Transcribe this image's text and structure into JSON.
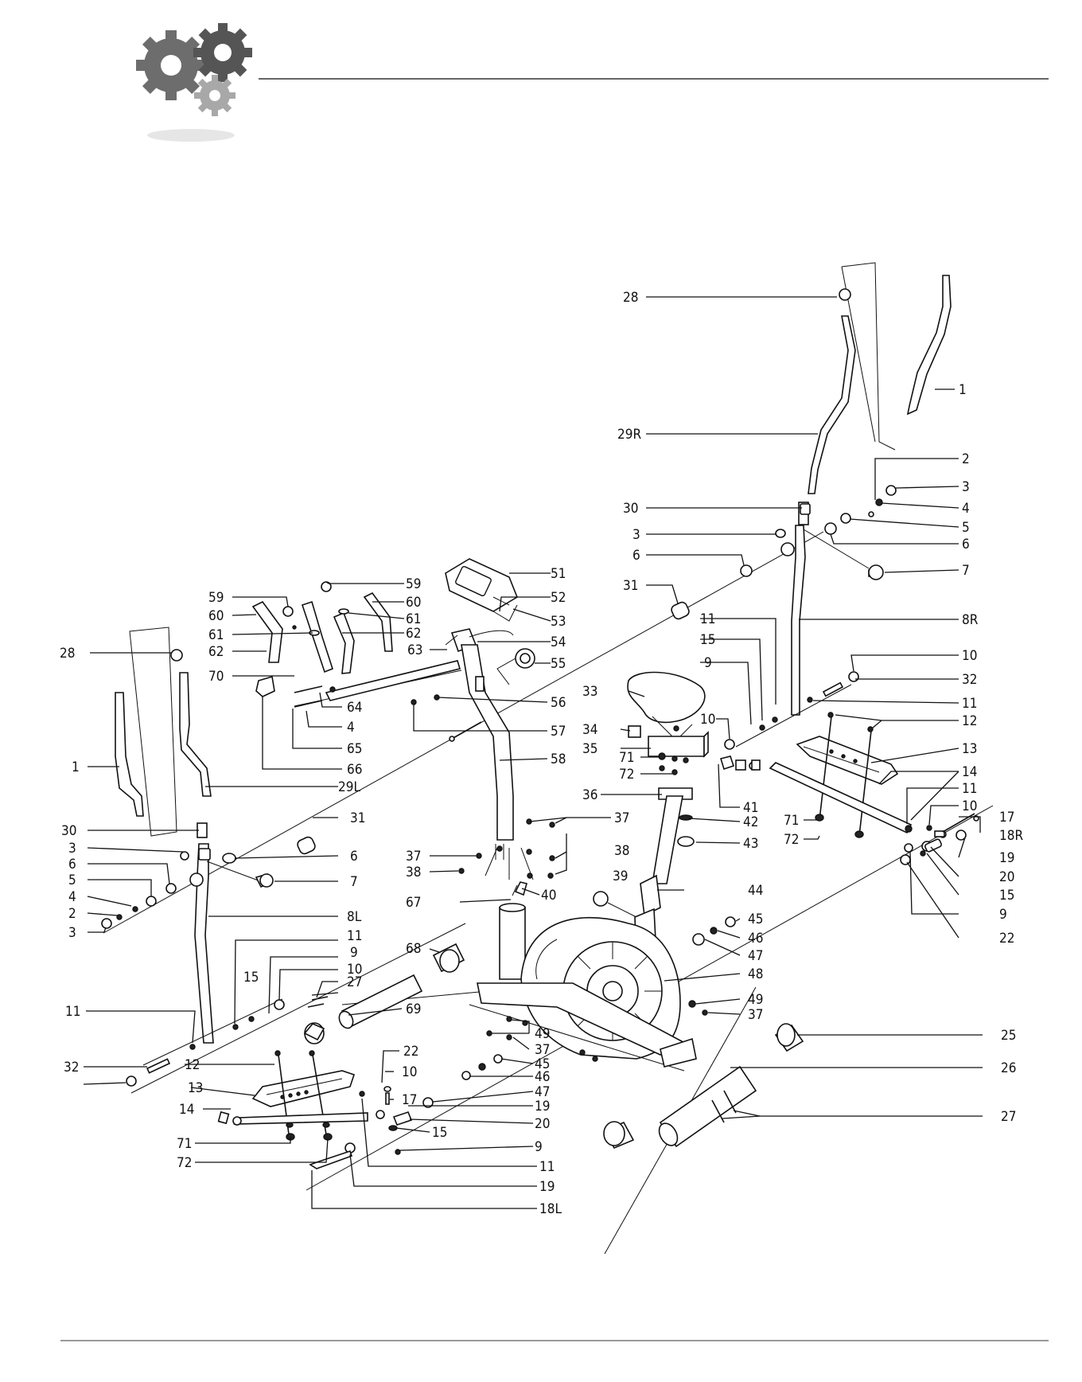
{
  "header": {
    "logo_icon": "gears-icon"
  },
  "colors": {
    "ink": "#111111",
    "gear_dark": "#6d6d6d",
    "gear_light": "#a8a8a8",
    "rule": "#333333"
  },
  "callouts": [
    {
      "id": "c-28-r",
      "label": "28"
    },
    {
      "id": "c-29r",
      "label": "29R"
    },
    {
      "id": "c-1-r",
      "label": "1"
    },
    {
      "id": "c-2-r",
      "label": "2"
    },
    {
      "id": "c-3-r1",
      "label": "3"
    },
    {
      "id": "c-4-r",
      "label": "4"
    },
    {
      "id": "c-5-r",
      "label": "5"
    },
    {
      "id": "c-6-r1",
      "label": "6"
    },
    {
      "id": "c-7-r",
      "label": "7"
    },
    {
      "id": "c-30-r",
      "label": "30"
    },
    {
      "id": "c-3-r2",
      "label": "3"
    },
    {
      "id": "c-6-r2",
      "label": "6"
    },
    {
      "id": "c-31-r",
      "label": "31"
    },
    {
      "id": "c-8r",
      "label": "8R"
    },
    {
      "id": "c-11-r1",
      "label": "11"
    },
    {
      "id": "c-15-r1",
      "label": "15"
    },
    {
      "id": "c-9-r1",
      "label": "9"
    },
    {
      "id": "c-10-r1",
      "label": "10"
    },
    {
      "id": "c-10-r2",
      "label": "10"
    },
    {
      "id": "c-32-r",
      "label": "32"
    },
    {
      "id": "c-11-r2",
      "label": "11"
    },
    {
      "id": "c-12-r",
      "label": "12"
    },
    {
      "id": "c-13-r",
      "label": "13"
    },
    {
      "id": "c-14-r",
      "label": "14"
    },
    {
      "id": "c-11-r3",
      "label": "11"
    },
    {
      "id": "c-10-r3",
      "label": "10"
    },
    {
      "id": "c-17-r",
      "label": "17"
    },
    {
      "id": "c-18r",
      "label": "18R"
    },
    {
      "id": "c-19-r",
      "label": "19"
    },
    {
      "id": "c-20-r",
      "label": "20"
    },
    {
      "id": "c-15-r2",
      "label": "15"
    },
    {
      "id": "c-9-r2",
      "label": "9"
    },
    {
      "id": "c-22-r",
      "label": "22"
    },
    {
      "id": "c-71-r",
      "label": "71"
    },
    {
      "id": "c-72-r",
      "label": "72"
    },
    {
      "id": "c-51",
      "label": "51"
    },
    {
      "id": "c-52",
      "label": "52"
    },
    {
      "id": "c-53",
      "label": "53"
    },
    {
      "id": "c-54",
      "label": "54"
    },
    {
      "id": "c-55",
      "label": "55"
    },
    {
      "id": "c-63",
      "label": "63"
    },
    {
      "id": "c-33",
      "label": "33"
    },
    {
      "id": "c-56",
      "label": "56"
    },
    {
      "id": "c-57",
      "label": "57"
    },
    {
      "id": "c-34",
      "label": "34"
    },
    {
      "id": "c-35",
      "label": "35"
    },
    {
      "id": "c-71-c",
      "label": "71"
    },
    {
      "id": "c-72-c",
      "label": "72"
    },
    {
      "id": "c-58",
      "label": "58"
    },
    {
      "id": "c-41",
      "label": "41"
    },
    {
      "id": "c-42",
      "label": "42"
    },
    {
      "id": "c-43",
      "label": "43"
    },
    {
      "id": "c-36",
      "label": "36"
    },
    {
      "id": "c-37-a",
      "label": "37"
    },
    {
      "id": "c-38-a",
      "label": "38"
    },
    {
      "id": "c-37-b",
      "label": "37"
    },
    {
      "id": "c-38-b",
      "label": "38"
    },
    {
      "id": "c-39",
      "label": "39"
    },
    {
      "id": "c-44",
      "label": "44"
    },
    {
      "id": "c-67",
      "label": "67"
    },
    {
      "id": "c-40",
      "label": "40"
    },
    {
      "id": "c-45-a",
      "label": "45"
    },
    {
      "id": "c-46-a",
      "label": "46"
    },
    {
      "id": "c-47-a",
      "label": "47"
    },
    {
      "id": "c-48",
      "label": "48"
    },
    {
      "id": "c-49-a",
      "label": "49"
    },
    {
      "id": "c-37-c",
      "label": "37"
    },
    {
      "id": "c-25",
      "label": "25"
    },
    {
      "id": "c-26",
      "label": "26"
    },
    {
      "id": "c-27-r",
      "label": "27"
    },
    {
      "id": "c-59-l",
      "label": "59"
    },
    {
      "id": "c-60-l",
      "label": "60"
    },
    {
      "id": "c-61-l",
      "label": "61"
    },
    {
      "id": "c-62-l",
      "label": "62"
    },
    {
      "id": "c-59-r",
      "label": "59"
    },
    {
      "id": "c-60-r",
      "label": "60"
    },
    {
      "id": "c-61-r",
      "label": "61"
    },
    {
      "id": "c-62-r",
      "label": "62"
    },
    {
      "id": "c-70",
      "label": "70"
    },
    {
      "id": "c-64",
      "label": "64"
    },
    {
      "id": "c-4-c",
      "label": "4"
    },
    {
      "id": "c-65",
      "label": "65"
    },
    {
      "id": "c-66",
      "label": "66"
    },
    {
      "id": "c-28-l",
      "label": "28"
    },
    {
      "id": "c-1-l",
      "label": "1"
    },
    {
      "id": "c-29l",
      "label": "29L"
    },
    {
      "id": "c-30-l",
      "label": "30"
    },
    {
      "id": "c-31-l",
      "label": "31"
    },
    {
      "id": "c-3-l1",
      "label": "3"
    },
    {
      "id": "c-6-l1",
      "label": "6"
    },
    {
      "id": "c-6-l2",
      "label": "6"
    },
    {
      "id": "c-5-l",
      "label": "5"
    },
    {
      "id": "c-7-l",
      "label": "7"
    },
    {
      "id": "c-4-l",
      "label": "4"
    },
    {
      "id": "c-2-l",
      "label": "2"
    },
    {
      "id": "c-8l",
      "label": "8L"
    },
    {
      "id": "c-3-l2",
      "label": "3"
    },
    {
      "id": "c-11-l1",
      "label": "11"
    },
    {
      "id": "c-9-l1",
      "label": "9"
    },
    {
      "id": "c-68",
      "label": "68"
    },
    {
      "id": "c-15-l1",
      "label": "15"
    },
    {
      "id": "c-10-l1",
      "label": "10"
    },
    {
      "id": "c-27-l",
      "label": "27"
    },
    {
      "id": "c-69",
      "label": "69"
    },
    {
      "id": "c-11-l2",
      "label": "11"
    },
    {
      "id": "c-49-b",
      "label": "49"
    },
    {
      "id": "c-37-d",
      "label": "37"
    },
    {
      "id": "c-12-l",
      "label": "12"
    },
    {
      "id": "c-32-l",
      "label": "32"
    },
    {
      "id": "c-22-l",
      "label": "22"
    },
    {
      "id": "c-45-b",
      "label": "45"
    },
    {
      "id": "c-46-b",
      "label": "46"
    },
    {
      "id": "c-10-l2",
      "label": "10"
    },
    {
      "id": "c-47-b",
      "label": "47"
    },
    {
      "id": "c-13-l",
      "label": "13"
    },
    {
      "id": "c-17-l",
      "label": "17"
    },
    {
      "id": "c-19-l1",
      "label": "19"
    },
    {
      "id": "c-14-l",
      "label": "14"
    },
    {
      "id": "c-20-l",
      "label": "20"
    },
    {
      "id": "c-15-l2",
      "label": "15"
    },
    {
      "id": "c-71-l",
      "label": "71"
    },
    {
      "id": "c-9-l2",
      "label": "9"
    },
    {
      "id": "c-72-l",
      "label": "72"
    },
    {
      "id": "c-11-l3",
      "label": "11"
    },
    {
      "id": "c-19-l2",
      "label": "19"
    },
    {
      "id": "c-18l",
      "label": "18L"
    }
  ]
}
